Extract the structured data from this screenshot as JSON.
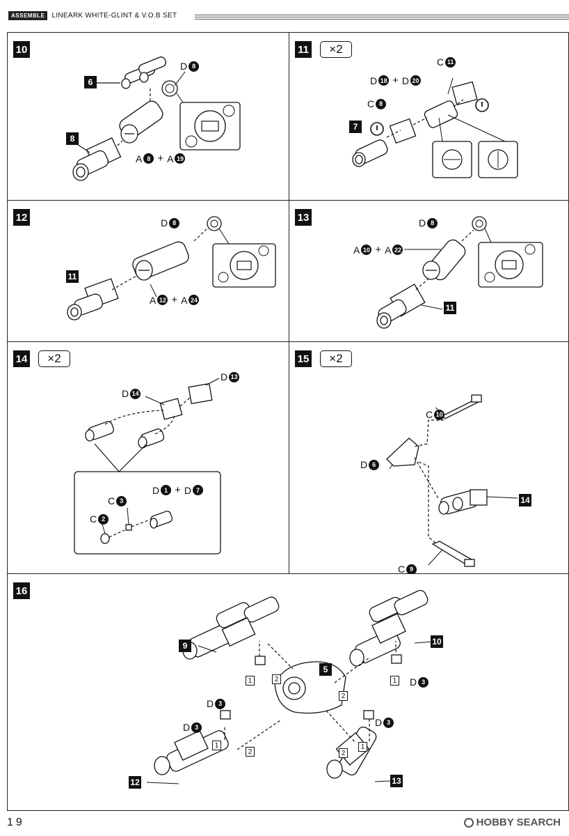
{
  "header": {
    "tag": "ASSEMBLE",
    "title": "LINEARK WHITE-GLINT & V.O.B SET"
  },
  "page_number": "19",
  "watermark": "HOBBY SEARCH",
  "steps": {
    "s10": {
      "number": "10",
      "ref6": "6",
      "ref8": "8",
      "d8": {
        "runner": "D",
        "num": "8"
      },
      "a": {
        "r1": "A",
        "n1": "8",
        "plus": "+",
        "r2": "A",
        "n2": "19"
      }
    },
    "s11": {
      "number": "11",
      "times": "×2",
      "ref7": "7",
      "c11": {
        "runner": "C",
        "num": "11"
      },
      "c8": {
        "runner": "C",
        "num": "8"
      },
      "d": {
        "r1": "D",
        "n1": "18",
        "plus": "+",
        "r2": "D",
        "n2": "20"
      },
      "warn": "!"
    },
    "s12": {
      "number": "12",
      "ref11": "11",
      "d8": {
        "runner": "D",
        "num": "8"
      },
      "a": {
        "r1": "A",
        "n1": "12",
        "plus": "+",
        "r2": "A",
        "n2": "24"
      }
    },
    "s13": {
      "number": "13",
      "ref11": "11",
      "d8": {
        "runner": "D",
        "num": "8"
      },
      "a": {
        "r1": "A",
        "n1": "10",
        "plus": "+",
        "r2": "A",
        "n2": "22"
      }
    },
    "s14": {
      "number": "14",
      "times": "×2",
      "d14": {
        "runner": "D",
        "num": "14"
      },
      "d13": {
        "runner": "D",
        "num": "13"
      },
      "c3": {
        "runner": "C",
        "num": "3"
      },
      "c2": {
        "runner": "C",
        "num": "2"
      },
      "d": {
        "r1": "D",
        "n1": "1",
        "plus": "+",
        "r2": "D",
        "n2": "7"
      }
    },
    "s15": {
      "number": "15",
      "times": "×2",
      "ref14": "14",
      "c10": {
        "runner": "C",
        "num": "10"
      },
      "d6": {
        "runner": "D",
        "num": "6"
      },
      "c9": {
        "runner": "C",
        "num": "9"
      }
    },
    "s16": {
      "number": "16",
      "ref9": "9",
      "ref10": "10",
      "ref5": "5",
      "ref12": "12",
      "ref13": "13",
      "d3": {
        "runner": "D",
        "num": "3"
      },
      "order1": "1",
      "order2": "2"
    }
  }
}
